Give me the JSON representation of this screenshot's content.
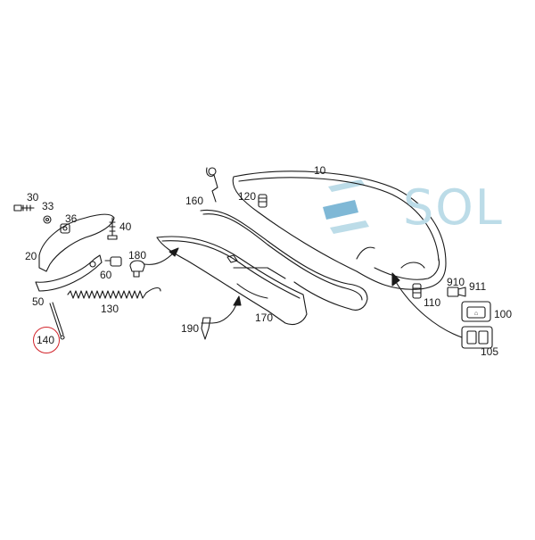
{
  "logo": {
    "text": "SOL"
  },
  "labels": {
    "p10": "10",
    "p20": "20",
    "p30": "30",
    "p33": "33",
    "p36": "36",
    "p40": "40",
    "p50": "50",
    "p60": "60",
    "p100": "100",
    "p105": "105",
    "p110": "110",
    "p120": "120",
    "p130": "130",
    "p140": "140",
    "p160": "160",
    "p170": "170",
    "p180": "180",
    "p190": "190",
    "p910": "910",
    "p911": "911"
  },
  "colors": {
    "highlight": "#d2232a",
    "logo": "#bcdce8",
    "line": "#1a1a1a"
  }
}
